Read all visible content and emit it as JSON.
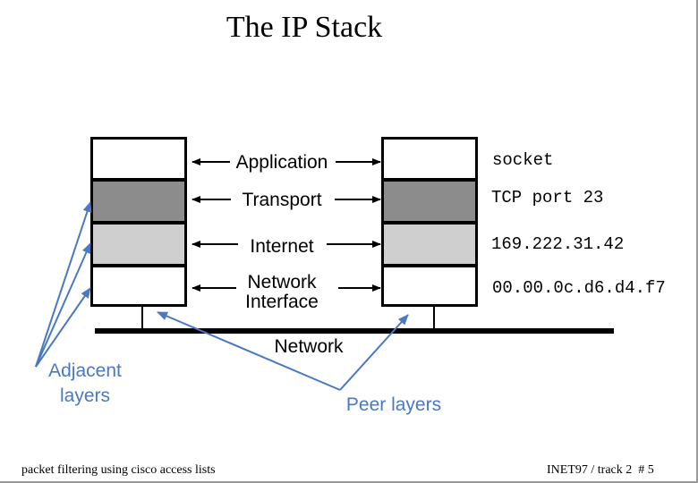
{
  "title": "The IP Stack",
  "layers": [
    {
      "name": "Application",
      "fill": "#ffffff",
      "peer_value": "socket"
    },
    {
      "name": "Transport",
      "fill": "#8c8c8c",
      "peer_value": "TCP port 23"
    },
    {
      "name": "Internet",
      "fill": "#cfcfcf",
      "peer_value": "169.222.31.42"
    },
    {
      "name_line1": "Network",
      "name_line2": "Interface",
      "fill": "#ffffff",
      "peer_value": "00.00.0c.d6.d4.f7"
    }
  ],
  "network_label": "Network",
  "annotations": {
    "adjacent_line1": "Adjacent",
    "adjacent_line2": "layers",
    "peer": "Peer layers",
    "color": "#4a78c4"
  },
  "footer": {
    "left": "packet filtering using cisco access lists",
    "right": "INET97 / track 2  # 5"
  }
}
